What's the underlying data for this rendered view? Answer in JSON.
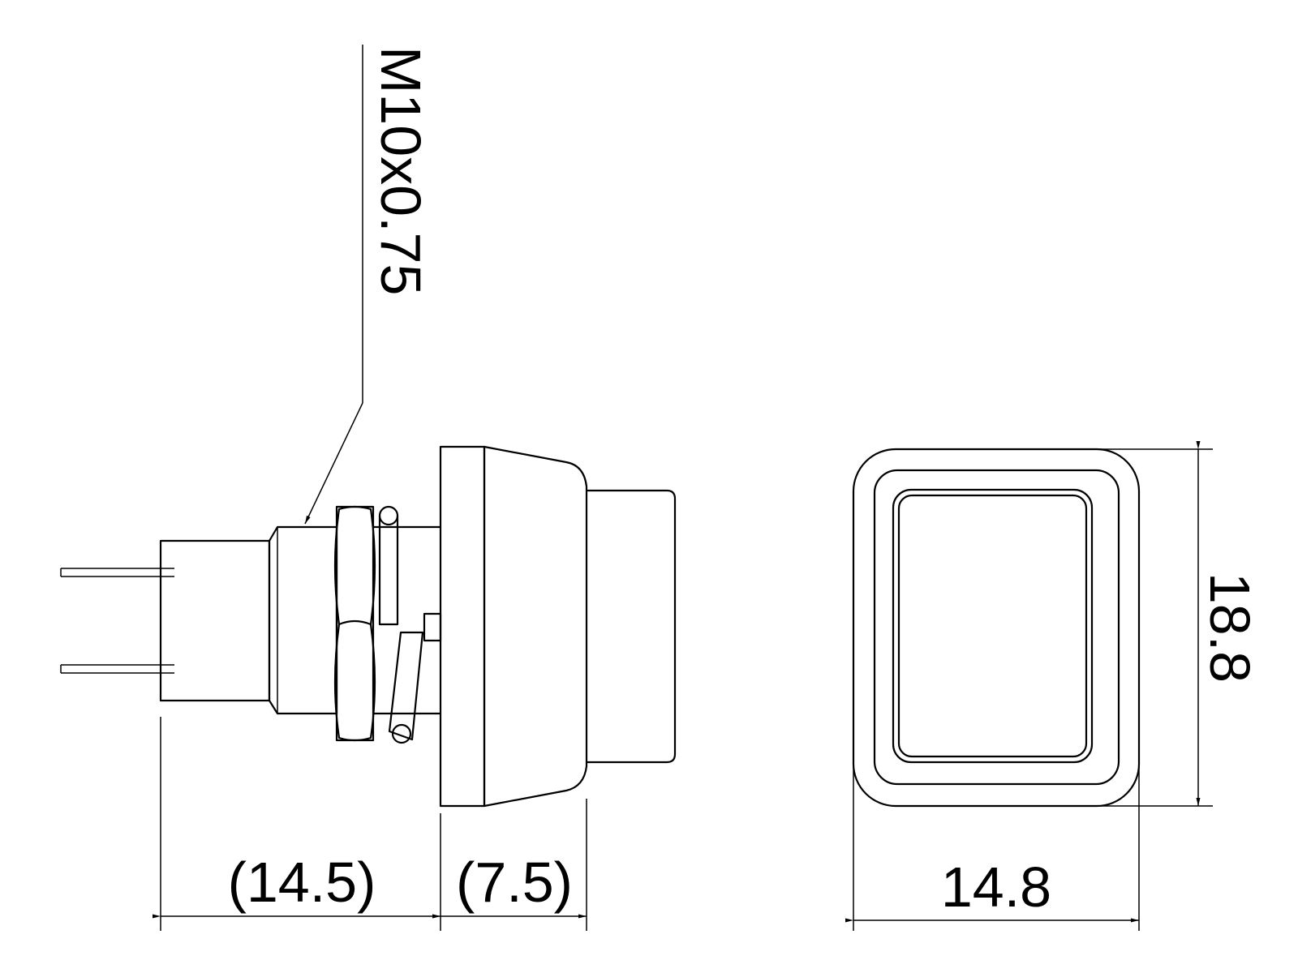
{
  "thread_callout": "M10x0.75",
  "dimensions": {
    "body_length": "(14.5)",
    "cap_length": "(7.5)",
    "cap_width": "14.8",
    "cap_height": "18.8"
  }
}
